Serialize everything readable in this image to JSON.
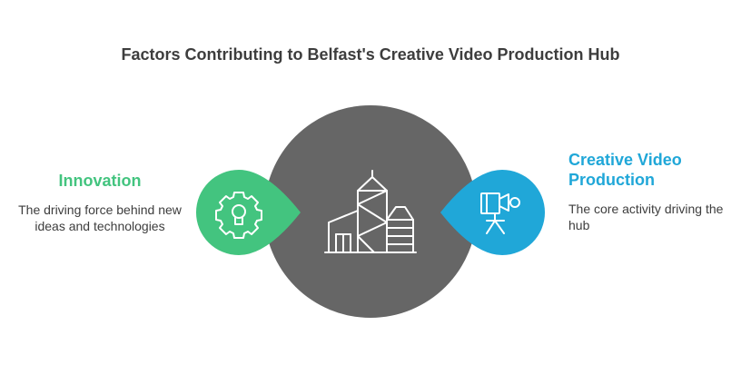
{
  "title": "Factors Contributing to Belfast's Creative Video Production Hub",
  "colors": {
    "center_circle": "#666666",
    "innovation": "#43c47f",
    "creative_video": "#20a7d8",
    "title_text": "#3d3d3d",
    "icon_stroke": "#ffffff"
  },
  "center": {
    "icon": "city-buildings-icon"
  },
  "left": {
    "heading": "Innovation",
    "description": "The driving force behind new ideas and technologies",
    "icon": "gear-lightbulb-icon"
  },
  "right": {
    "heading_line1": "Creative Video",
    "heading_line2": "Production",
    "description": "The core activity driving the hub",
    "icon": "video-camera-tripod-icon"
  }
}
